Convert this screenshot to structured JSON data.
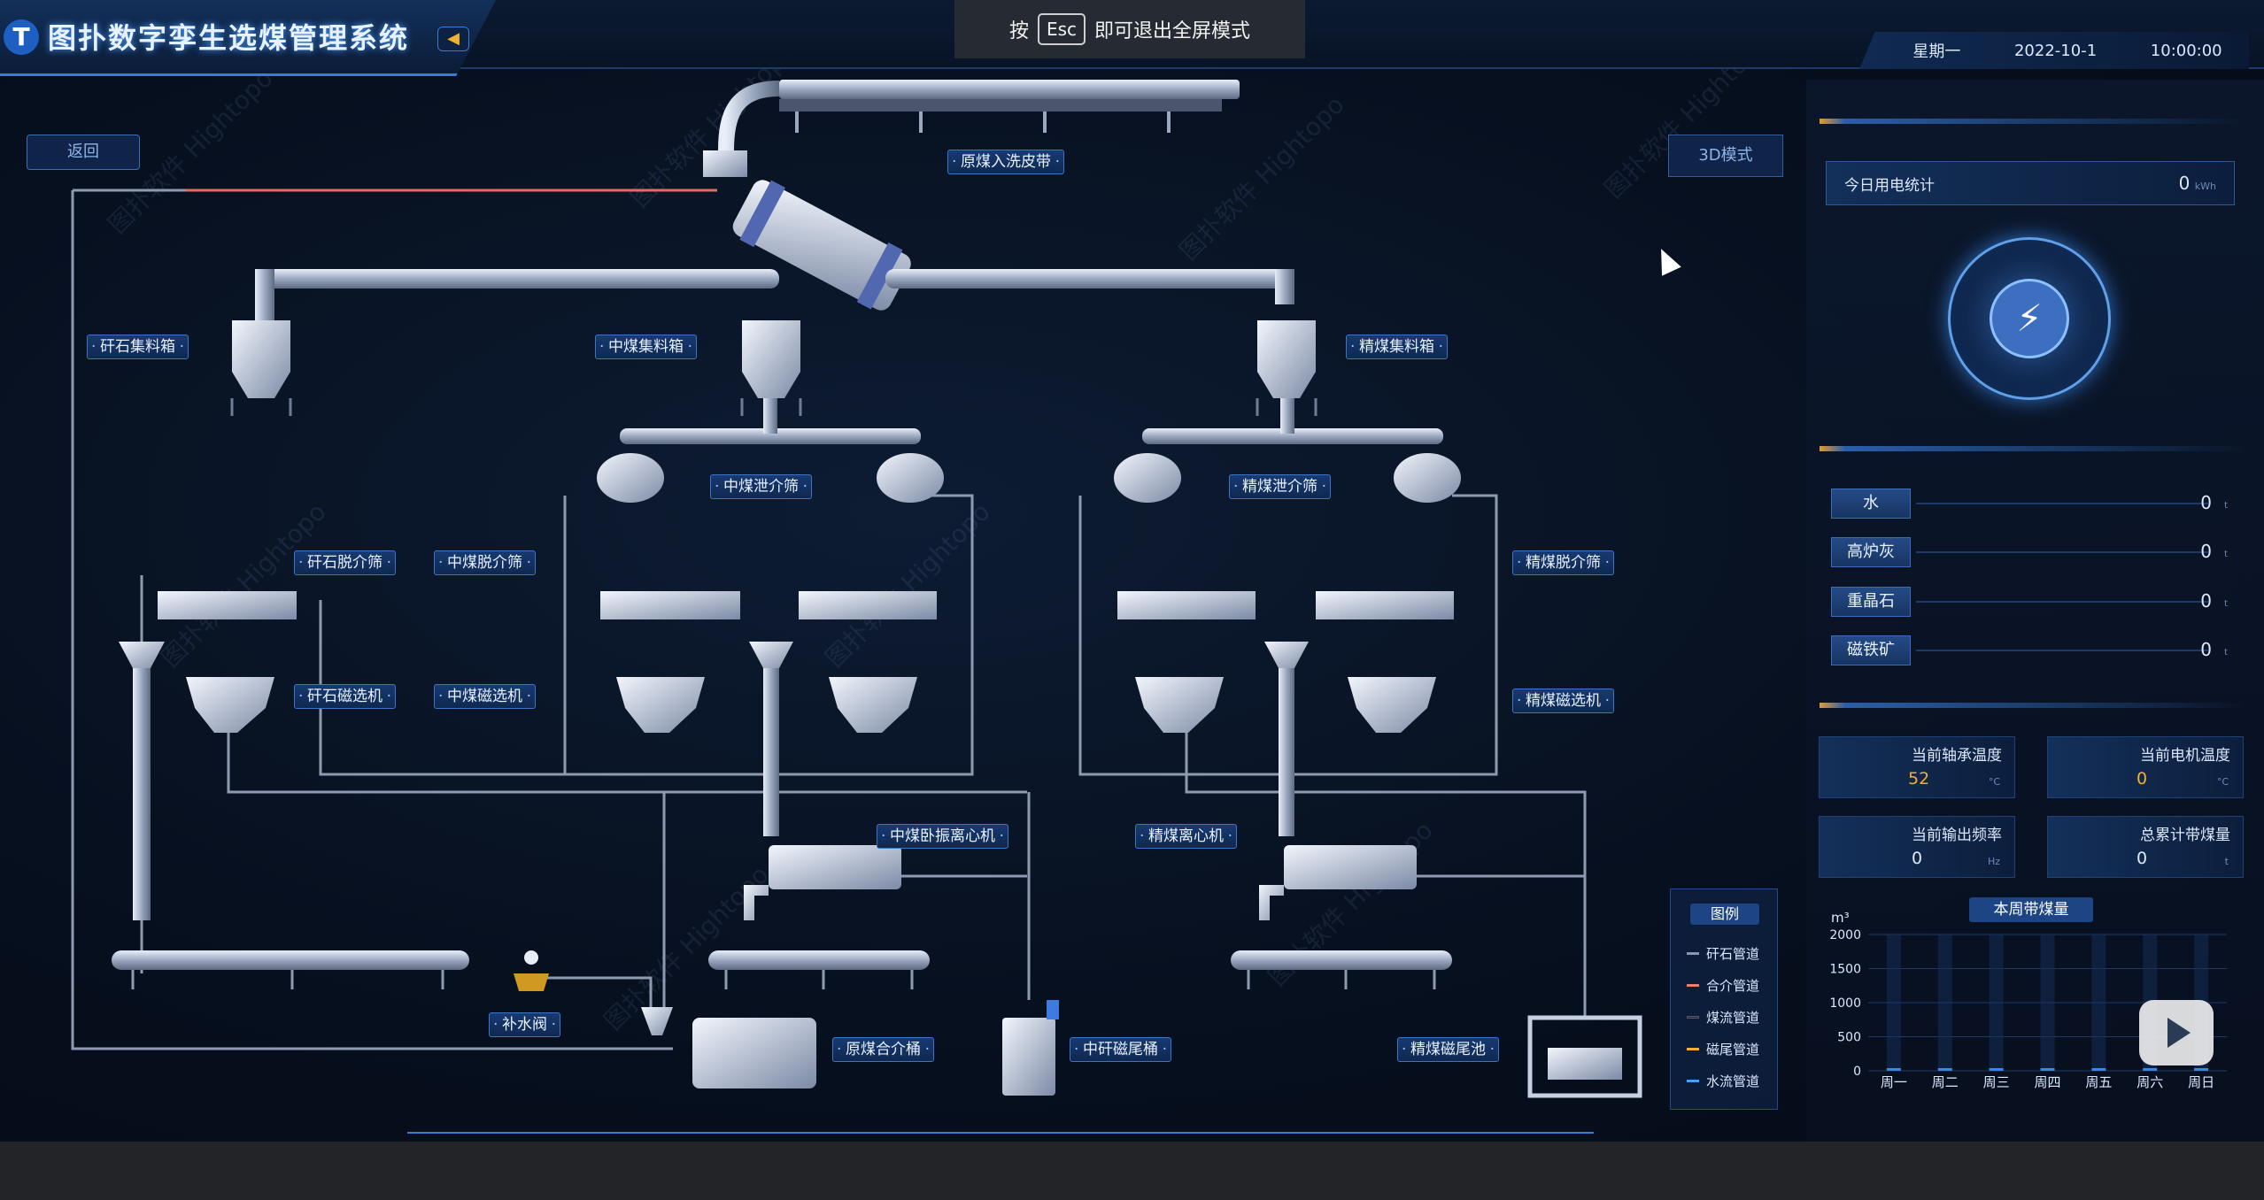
{
  "header": {
    "logo_glyph": "T",
    "title": "图扑数字孪生选煤管理系统",
    "collapse_glyph": "◀",
    "weekday": "星期一",
    "date": "2022-10-1",
    "time": "10:00:00"
  },
  "fullscreen_hint": {
    "prefix": "按",
    "key": "Esc",
    "suffix": "即可退出全屏模式"
  },
  "controls": {
    "back": "返回",
    "mode_3d": "3D模式"
  },
  "process_labels": {
    "raw_belt": "原煤入洗皮带",
    "gangue_bin": "矸石集料箱",
    "mid_bin": "中煤集料箱",
    "clean_bin": "精煤集料箱",
    "mid_screen": "中煤泄介筛",
    "clean_screen": "精煤泄介筛",
    "gangue_dewater": "矸石脱介筛",
    "mid_dewater": "中煤脱介筛",
    "clean_dewater": "精煤脱介筛",
    "gangue_mag": "矸石磁选机",
    "mid_mag": "中煤磁选机",
    "clean_mag": "精煤磁选机",
    "mid_centrifuge": "中煤卧振离心机",
    "clean_centrifuge": "精煤离心机",
    "water_valve": "补水阀",
    "raw_mix_tank": "原煤合介桶",
    "mid_tail_tank": "中矸磁尾桶",
    "clean_tail_pool": "精煤磁尾池"
  },
  "right_panel": {
    "electricity_label": "今日用电统计",
    "electricity_value": "0",
    "electricity_unit": "kWh",
    "meter_icon": "⚡",
    "materials": [
      {
        "name": "水",
        "value": "0",
        "unit": "t"
      },
      {
        "name": "高炉灰",
        "value": "0",
        "unit": "t"
      },
      {
        "name": "重晶石",
        "value": "0",
        "unit": "t"
      },
      {
        "name": "磁铁矿",
        "value": "0",
        "unit": "t"
      }
    ],
    "stats": [
      {
        "title": "当前轴承温度",
        "value": "52",
        "unit": "°C",
        "color": "#f0b030"
      },
      {
        "title": "当前电机温度",
        "value": "0",
        "unit": "°C",
        "color": "#f0b030"
      },
      {
        "title": "当前输出频率",
        "value": "0",
        "unit": "Hz",
        "color": "#dfe9ff"
      },
      {
        "title": "总累计带煤量",
        "value": "0",
        "unit": "t",
        "color": "#dfe9ff"
      }
    ]
  },
  "legend": {
    "title": "图例",
    "items": [
      {
        "label": "矸石管道",
        "color": "#8a97b0"
      },
      {
        "label": "合介管道",
        "color": "#e8826a"
      },
      {
        "label": "煤流管道",
        "color": "#2a2f3a"
      },
      {
        "label": "磁尾管道",
        "color": "#f0b030"
      },
      {
        "label": "水流管道",
        "color": "#4aa0f0"
      }
    ]
  },
  "chart_data": {
    "type": "bar",
    "title": "本周带煤量",
    "ylabel": "m³",
    "categories": [
      "周一",
      "周二",
      "周三",
      "周四",
      "周五",
      "周六",
      "周日"
    ],
    "values": [
      0,
      0,
      0,
      0,
      0,
      0,
      0
    ],
    "ylim": [
      0,
      2000
    ],
    "yticks": [
      0,
      500,
      1000,
      1500,
      2000
    ],
    "grid": true
  }
}
